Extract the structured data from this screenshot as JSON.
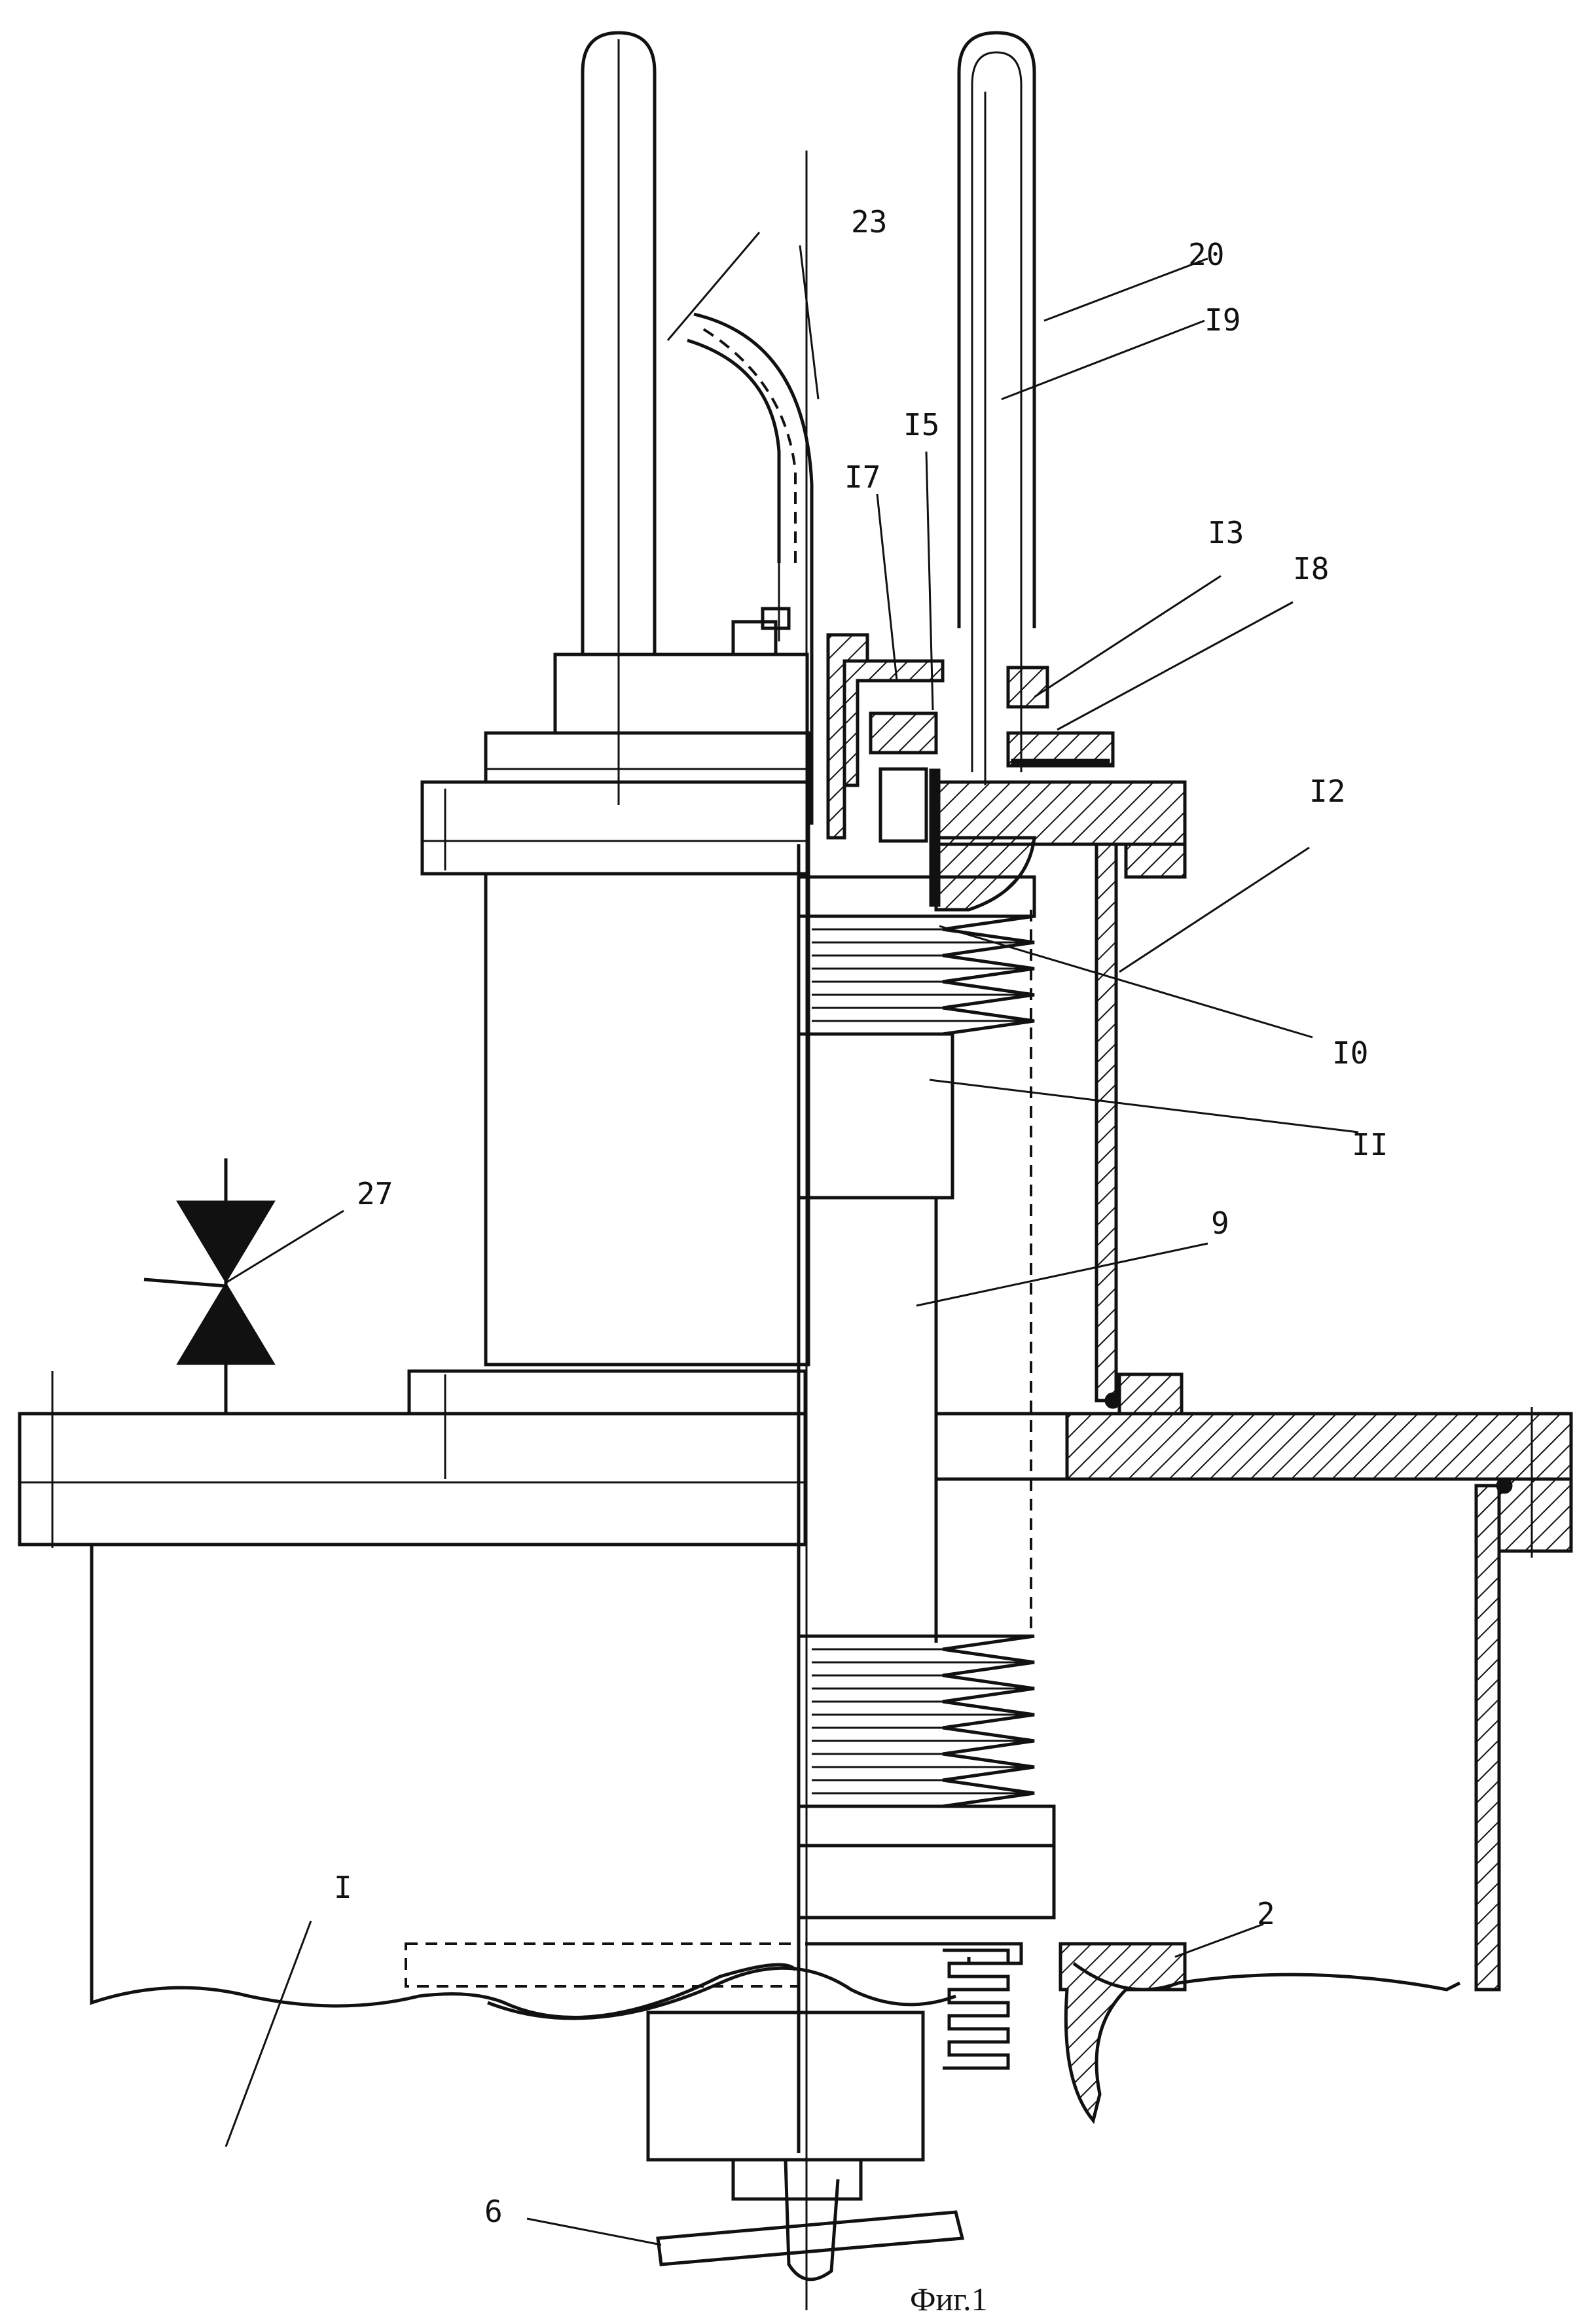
{
  "figure": {
    "caption": "Фиг.1"
  },
  "callouts": [
    {
      "id": "I",
      "label": "I"
    },
    {
      "id": "2",
      "label": "2"
    },
    {
      "id": "6",
      "label": "6"
    },
    {
      "id": "9",
      "label": "9"
    },
    {
      "id": "I0",
      "label": "I0"
    },
    {
      "id": "II",
      "label": "II"
    },
    {
      "id": "I2",
      "label": "I2"
    },
    {
      "id": "I3",
      "label": "I3"
    },
    {
      "id": "I5",
      "label": "I5"
    },
    {
      "id": "I7",
      "label": "I7"
    },
    {
      "id": "I8",
      "label": "I8"
    },
    {
      "id": "I9",
      "label": "I9"
    },
    {
      "id": "20",
      "label": "20"
    },
    {
      "id": "23",
      "label": "23"
    },
    {
      "id": "27",
      "label": "27"
    }
  ]
}
